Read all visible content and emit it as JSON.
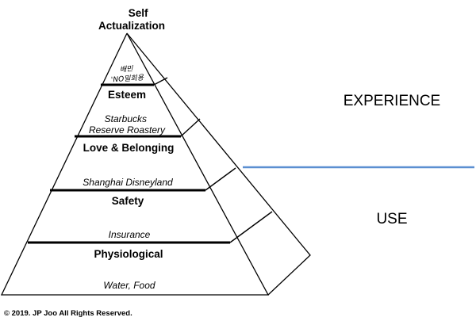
{
  "pyramid": {
    "levels": [
      {
        "name": "Self Actualization",
        "name_lines": [
          "Self",
          "Actualization"
        ],
        "example_lines": [
          "배민",
          "'NO밀회용"
        ]
      },
      {
        "name": "Esteem",
        "example_lines": [
          "Starbucks",
          "Reserve Roastery"
        ]
      },
      {
        "name": "Love & Belonging",
        "example_lines": [
          "Shanghai Disneyland"
        ]
      },
      {
        "name": "Safety",
        "example_lines": [
          "Insurance"
        ]
      },
      {
        "name": "Physiological",
        "example_lines": [
          "Water, Food"
        ]
      }
    ]
  },
  "side_labels": {
    "upper": "EXPERIENCE",
    "lower": "USE"
  },
  "colors": {
    "divider": "#5b8fd1",
    "lines": "#000000"
  },
  "copyright": "© 2019. JP Joo All Rights Reserved."
}
